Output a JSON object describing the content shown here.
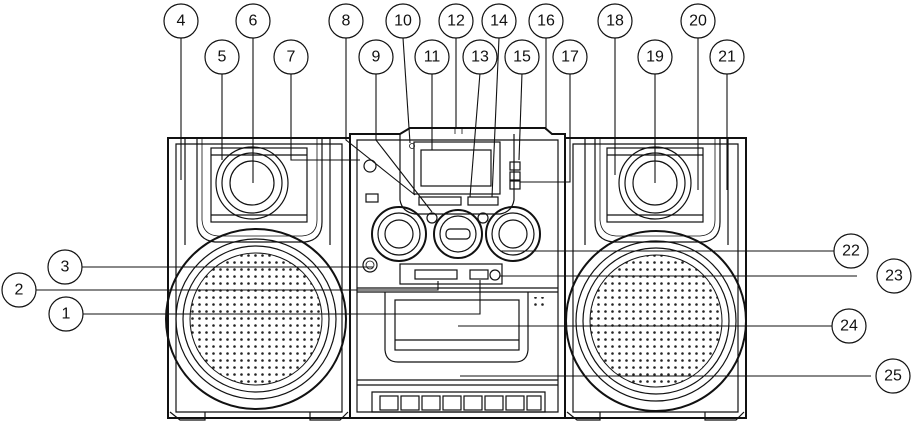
{
  "callouts": [
    {
      "label": "1"
    },
    {
      "label": "2"
    },
    {
      "label": "3"
    },
    {
      "label": "4"
    },
    {
      "label": "5"
    },
    {
      "label": "6"
    },
    {
      "label": "7"
    },
    {
      "label": "8"
    },
    {
      "label": "9"
    },
    {
      "label": "10"
    },
    {
      "label": "11"
    },
    {
      "label": "12"
    },
    {
      "label": "13"
    },
    {
      "label": "14"
    },
    {
      "label": "15"
    },
    {
      "label": "16"
    },
    {
      "label": "17"
    },
    {
      "label": "18"
    },
    {
      "label": "19"
    },
    {
      "label": "20"
    },
    {
      "label": "21"
    },
    {
      "label": "22"
    },
    {
      "label": "23"
    },
    {
      "label": "24"
    },
    {
      "label": "25"
    }
  ],
  "colors": {
    "line": "#111111",
    "background": "#ffffff"
  }
}
